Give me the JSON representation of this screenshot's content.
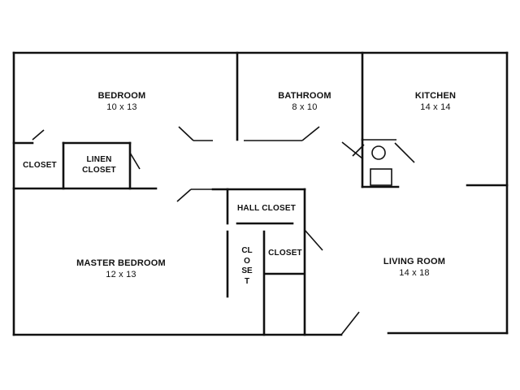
{
  "rooms": {
    "bedroom": {
      "name": "BEDROOM",
      "size": "10 x 13"
    },
    "bathroom": {
      "name": "BATHROOM",
      "size": "8 x 10"
    },
    "kitchen": {
      "name": "KITCHEN",
      "size": "14 x 14"
    },
    "closet_left": {
      "name": "CLOSET"
    },
    "linen_closet": {
      "line1": "LINEN",
      "line2": "CLOSET"
    },
    "hall_closet": {
      "name": "HALL CLOSET"
    },
    "closet_vertical": {
      "name": "CLOSET"
    },
    "closet_center": {
      "name": "CLOSET"
    },
    "master_bedroom": {
      "name": "MASTER BEDROOM",
      "size": "12 x 13"
    },
    "living_room": {
      "name": "LIVING ROOM",
      "size": "14 x 18"
    }
  }
}
